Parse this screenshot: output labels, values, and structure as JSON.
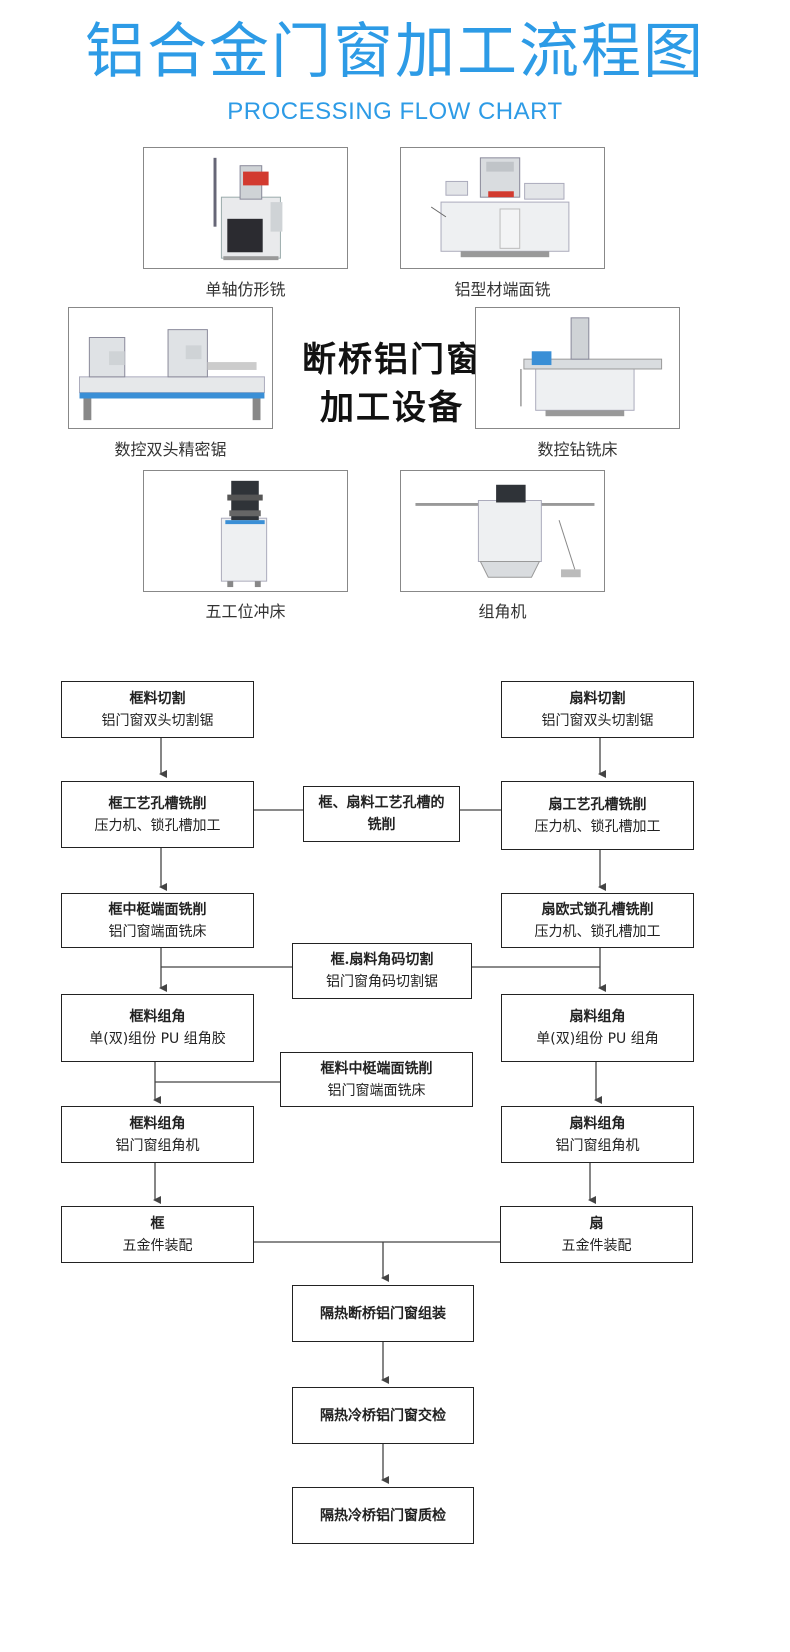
{
  "header": {
    "title": "铝合金门窗加工流程图",
    "subtitle": "PROCESSING FLOW CHART"
  },
  "equipment": {
    "center_label_line1": "断桥铝门窗",
    "center_label_line2": "加工设备",
    "machines": [
      {
        "name": "单轴仿形铣",
        "icon": "copy-router-machine-photo"
      },
      {
        "name": "铝型材端面铣",
        "icon": "end-milling-machine-photo"
      },
      {
        "name": "数控双头精密锯",
        "icon": "double-head-saw-photo"
      },
      {
        "name": "数控钻铣床",
        "icon": "drilling-milling-machine-photo"
      },
      {
        "name": "五工位冲床",
        "icon": "punch-press-photo"
      },
      {
        "name": "组角机",
        "icon": "corner-crimping-machine-photo"
      }
    ]
  },
  "flow": {
    "frame_cut": {
      "title": "框料切割",
      "sub": "铝门窗双头切割锯"
    },
    "sash_cut": {
      "title": "扇料切割",
      "sub": "铝门窗双头切割锯"
    },
    "frame_slot": {
      "title": "框工艺孔槽铣削",
      "sub": "压力机、锁孔槽加工"
    },
    "mid_slot": {
      "title_line1": "框、扇料工艺孔槽的",
      "title_line2": "铣削"
    },
    "sash_slot": {
      "title": "扇工艺孔槽铣削",
      "sub": "压力机、锁孔槽加工"
    },
    "frame_mullion": {
      "title": "框中梃端面铣削",
      "sub": "铝门窗端面铣床"
    },
    "sash_euro": {
      "title": "扇欧式锁孔槽铣削",
      "sub": "压力机、锁孔槽加工"
    },
    "corner_code": {
      "title": "框.扇料角码切割",
      "sub": "铝门窗角码切割锯"
    },
    "frame_corner1": {
      "title": "框料组角",
      "sub": "单(双)组份 PU 组角胶"
    },
    "sash_corner1": {
      "title": "扇料组角",
      "sub": "单(双)组份 PU 组角"
    },
    "mid_mullion": {
      "title": "框料中梃端面铣削",
      "sub": "铝门窗端面铣床"
    },
    "frame_corner2": {
      "title": "框料组角",
      "sub": "铝门窗组角机"
    },
    "sash_corner2": {
      "title": "扇料组角",
      "sub": "铝门窗组角机"
    },
    "frame": {
      "title": "框",
      "sub": "五金件装配"
    },
    "sash": {
      "title": "扇",
      "sub": "五金件装配"
    },
    "assemble": {
      "title": "隔热断桥铝门窗组装"
    },
    "handover": {
      "title": "隔热冷桥铝门窗交检"
    },
    "qc": {
      "title": "隔热冷桥铝门窗质检"
    }
  },
  "colors": {
    "accent": "#2d9be6",
    "line": "#333333"
  }
}
